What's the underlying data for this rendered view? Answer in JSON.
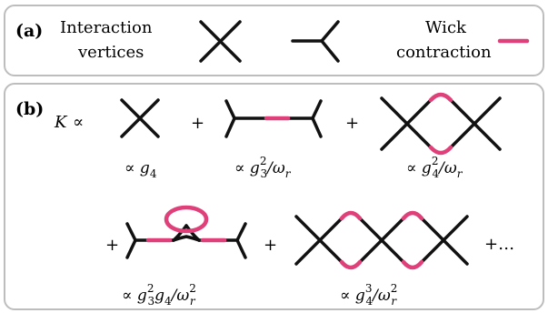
{
  "panel_a": {
    "label": "(a)",
    "vertices_line1": "Interaction",
    "vertices_line2": "vertices",
    "wick_line1": "Wick",
    "wick_line2": "contraction"
  },
  "panel_b": {
    "label": "(b)",
    "lhs_symbol": "K",
    "prop_symbol": "∝",
    "plus": "+",
    "ellipsis": "+…",
    "terms": [
      {
        "prefix": "∝ ",
        "main": "g",
        "sub": "4",
        "rest": ""
      },
      {
        "prefix": "∝ ",
        "main": "g",
        "sup": "2",
        "sub": "3",
        "rest": "/ω",
        "rest_sub": "r"
      },
      {
        "prefix": "∝ ",
        "main": "g",
        "sup": "2",
        "sub": "4",
        "rest": "/ω",
        "rest_sub": "r"
      },
      {
        "prefix": "∝ ",
        "main": "g",
        "sup": "2",
        "sub": "3",
        "mid": "g",
        "mid_sub": "4",
        "rest": "/ω",
        "rest_sup": "2",
        "rest_sub": "r"
      },
      {
        "prefix": "∝ ",
        "main": "g",
        "sup": "3",
        "sub": "4",
        "rest": "/ω",
        "rest_sup": "2",
        "rest_sub": "r"
      }
    ]
  },
  "colors": {
    "line": "#111111",
    "contraction": "#e0407a",
    "frame": "#bdbdbd"
  }
}
